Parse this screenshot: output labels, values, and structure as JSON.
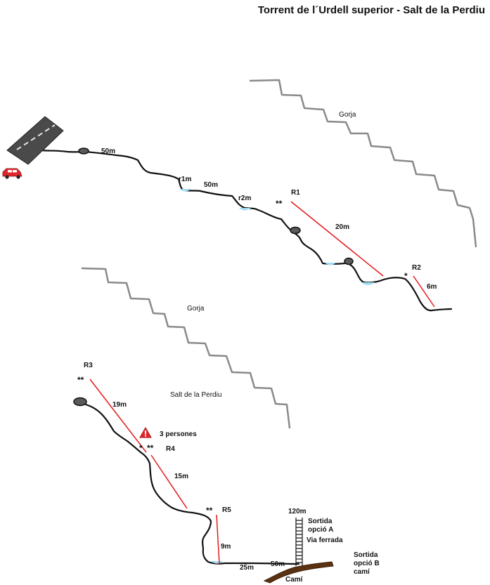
{
  "title": "Torrent de l´Urdell superior - Salt de la Perdiu",
  "labels": {
    "gorja_1": "Gorja",
    "gorja_2": "Gorja",
    "salt": "Salt de la Perdiu",
    "approach": "50m",
    "r1m": "r1m",
    "mid_walk": "50m",
    "r2m": "r2m",
    "r1": "R1",
    "r1_len": "20m",
    "r2": "R2",
    "r2_len": "6m",
    "r3": "R3",
    "r3_len": "19m",
    "warning": "3 persones",
    "r4": "R4",
    "r4_len": "15m",
    "r5": "R5",
    "r5_len": "9m",
    "walk_25": "25m",
    "walk_50": "50m",
    "ladder_h": "120m",
    "exit_a": [
      "Sortida",
      "opció A",
      "Via ferrada"
    ],
    "exit_b": [
      "Sortida",
      "opció B",
      "camí"
    ],
    "cami": "Camí"
  },
  "anchors": {
    "r1": "**",
    "r2": "*",
    "r3": "**",
    "r4_a": "*",
    "r4_b": "**",
    "r5": "**"
  },
  "icons": [
    "road-icon",
    "car-icon",
    "boulder-icon",
    "warning-icon",
    "pool-icon",
    "ladder-icon"
  ],
  "colors": {
    "rappel": "#e31b1b",
    "water": "#9fdcf4",
    "terrain": "#111111",
    "wall": "#8a8a8a",
    "car": "#e0262c",
    "path": "#5a3212"
  }
}
